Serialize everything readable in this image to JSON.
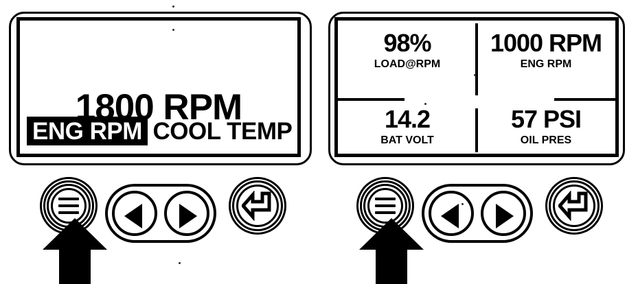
{
  "diagram": {
    "title": "Instrument Cluster Display Navigation",
    "panels": [
      {
        "id": "single-parameter-view",
        "name": "single-parameter-display",
        "screen_type": "single",
        "value": "1800 RPM",
        "tabs": [
          {
            "label": "ENG RPM",
            "selected": true
          },
          {
            "label": "COOL TEMP",
            "selected": false
          }
        ],
        "buttons": {
          "menu": {
            "name": "menu-button",
            "icon": "menu-bars-icon",
            "pressed": true
          },
          "left": {
            "name": "left-arrow-button",
            "icon": "triangle-left-icon"
          },
          "right": {
            "name": "right-arrow-button",
            "icon": "triangle-right-icon"
          },
          "enter": {
            "name": "enter-button",
            "icon": "enter-return-icon"
          }
        },
        "pointer": {
          "name": "up-arrow-pointer",
          "target": "menu-button"
        }
      },
      {
        "id": "four-parameter-view",
        "name": "quad-parameter-display",
        "screen_type": "quad",
        "quadrants": [
          {
            "position": "top-left",
            "value": "98%",
            "caption": "LOAD@RPM"
          },
          {
            "position": "top-right",
            "value": "1000 RPM",
            "caption": "ENG RPM"
          },
          {
            "position": "bottom-left",
            "value": "14.2",
            "caption": "BAT VOLT"
          },
          {
            "position": "bottom-right",
            "value": "57 PSI",
            "caption": "OIL PRES"
          }
        ],
        "buttons": {
          "menu": {
            "name": "menu-button",
            "icon": "menu-bars-icon",
            "pressed": true
          },
          "left": {
            "name": "left-arrow-button",
            "icon": "triangle-left-icon"
          },
          "right": {
            "name": "right-arrow-button",
            "icon": "triangle-right-icon"
          },
          "enter": {
            "name": "enter-button",
            "icon": "enter-return-icon"
          }
        },
        "pointer": {
          "name": "up-arrow-pointer",
          "target": "menu-button"
        }
      }
    ],
    "colors": {
      "ink": "#000000",
      "paper": "#ffffff",
      "highlight_bg": "#000000",
      "highlight_fg": "#ffffff"
    }
  }
}
